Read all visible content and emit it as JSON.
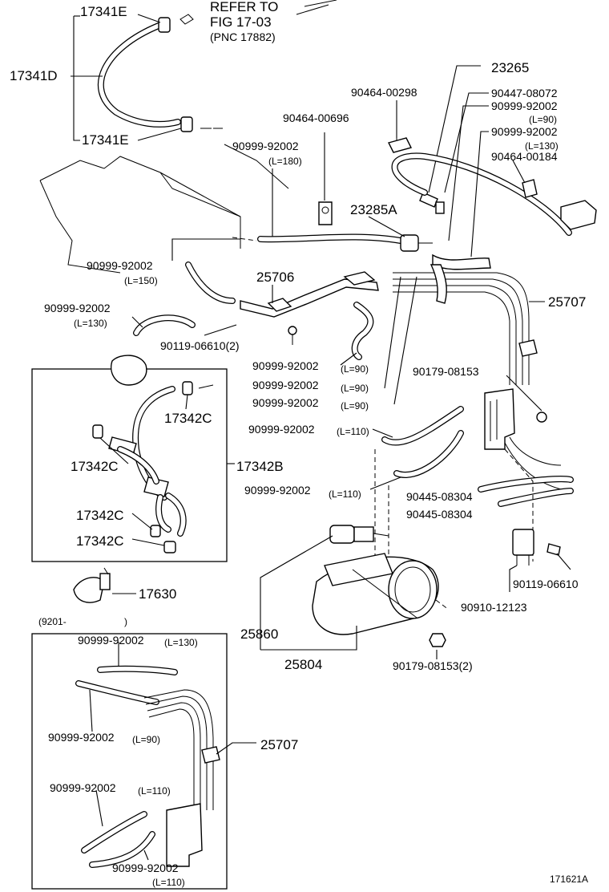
{
  "refer_note": {
    "line1": "REFER TO",
    "line2": "FIG 17-03",
    "line3": "(PNC 17882)"
  },
  "labels": {
    "p17341E_top": "17341E",
    "p17341D": "17341D",
    "p17341E_bottom": "17341E",
    "p90464_00298": "90464-00298",
    "p23265": "23265",
    "p90447_08072": "90447-08072",
    "p90999_92002_a": "90999-92002",
    "p_l90_a": "(L=90)",
    "p90999_92002_b": "90999-92002",
    "p_l130_a": "(L=130)",
    "p90464_00184": "90464-00184",
    "p90464_00696": "90464-00696",
    "p90999_92002_c": "90999-92002",
    "p_l180": "(L=180)",
    "p23285A": "23285A",
    "p90999_92002_d": "90999-92002",
    "p_l150": "(L=150)",
    "p25706": "25706",
    "p25707_top": "25707",
    "p90999_92002_e": "90999-92002",
    "p_l130_b": "(L=130)",
    "p90119_06610_2": "90119-06610(2)",
    "p90999_92002_f": "90999-92002",
    "p_l90_f": "(L=90)",
    "p90999_92002_g": "90999-92002",
    "p_l90_g": "(L=90)",
    "p90999_92002_h": "90999-92002",
    "p_l90_h": "(L=90)",
    "p90179_08153": "90179-08153",
    "p17342C_a": "17342C",
    "p90999_92002_i": "90999-92002",
    "p_l110_i": "(L=110)",
    "p17342C_b": "17342C",
    "p17342B": "17342B",
    "p90999_92002_j": "90999-92002",
    "p_l110_j": "(L=110)",
    "p90445_08304_a": "90445-08304",
    "p90445_08304_b": "90445-08304",
    "p17342C_c": "17342C",
    "p17342C_d": "17342C",
    "p90119_06610": "90119-06610",
    "p90910_12123": "90910-12123",
    "p17630": "17630",
    "p9201": "(9201-",
    "p9201_close": ")",
    "p25860": "25860",
    "p25804": "25804",
    "p90179_08153_2": "90179-08153(2)",
    "p90999_92002_k": "90999-92002",
    "p_l130_k": "(L=130)",
    "p90999_92002_l": "90999-92002",
    "p_l90_l": "(L=90)",
    "p25707_bottom": "25707",
    "p90999_92002_m": "90999-92002",
    "p_l110_m": "(L=110)",
    "p90999_92002_n": "90999-92002",
    "p_l110_n": "(L=110)"
  },
  "figure_id": "171621A"
}
